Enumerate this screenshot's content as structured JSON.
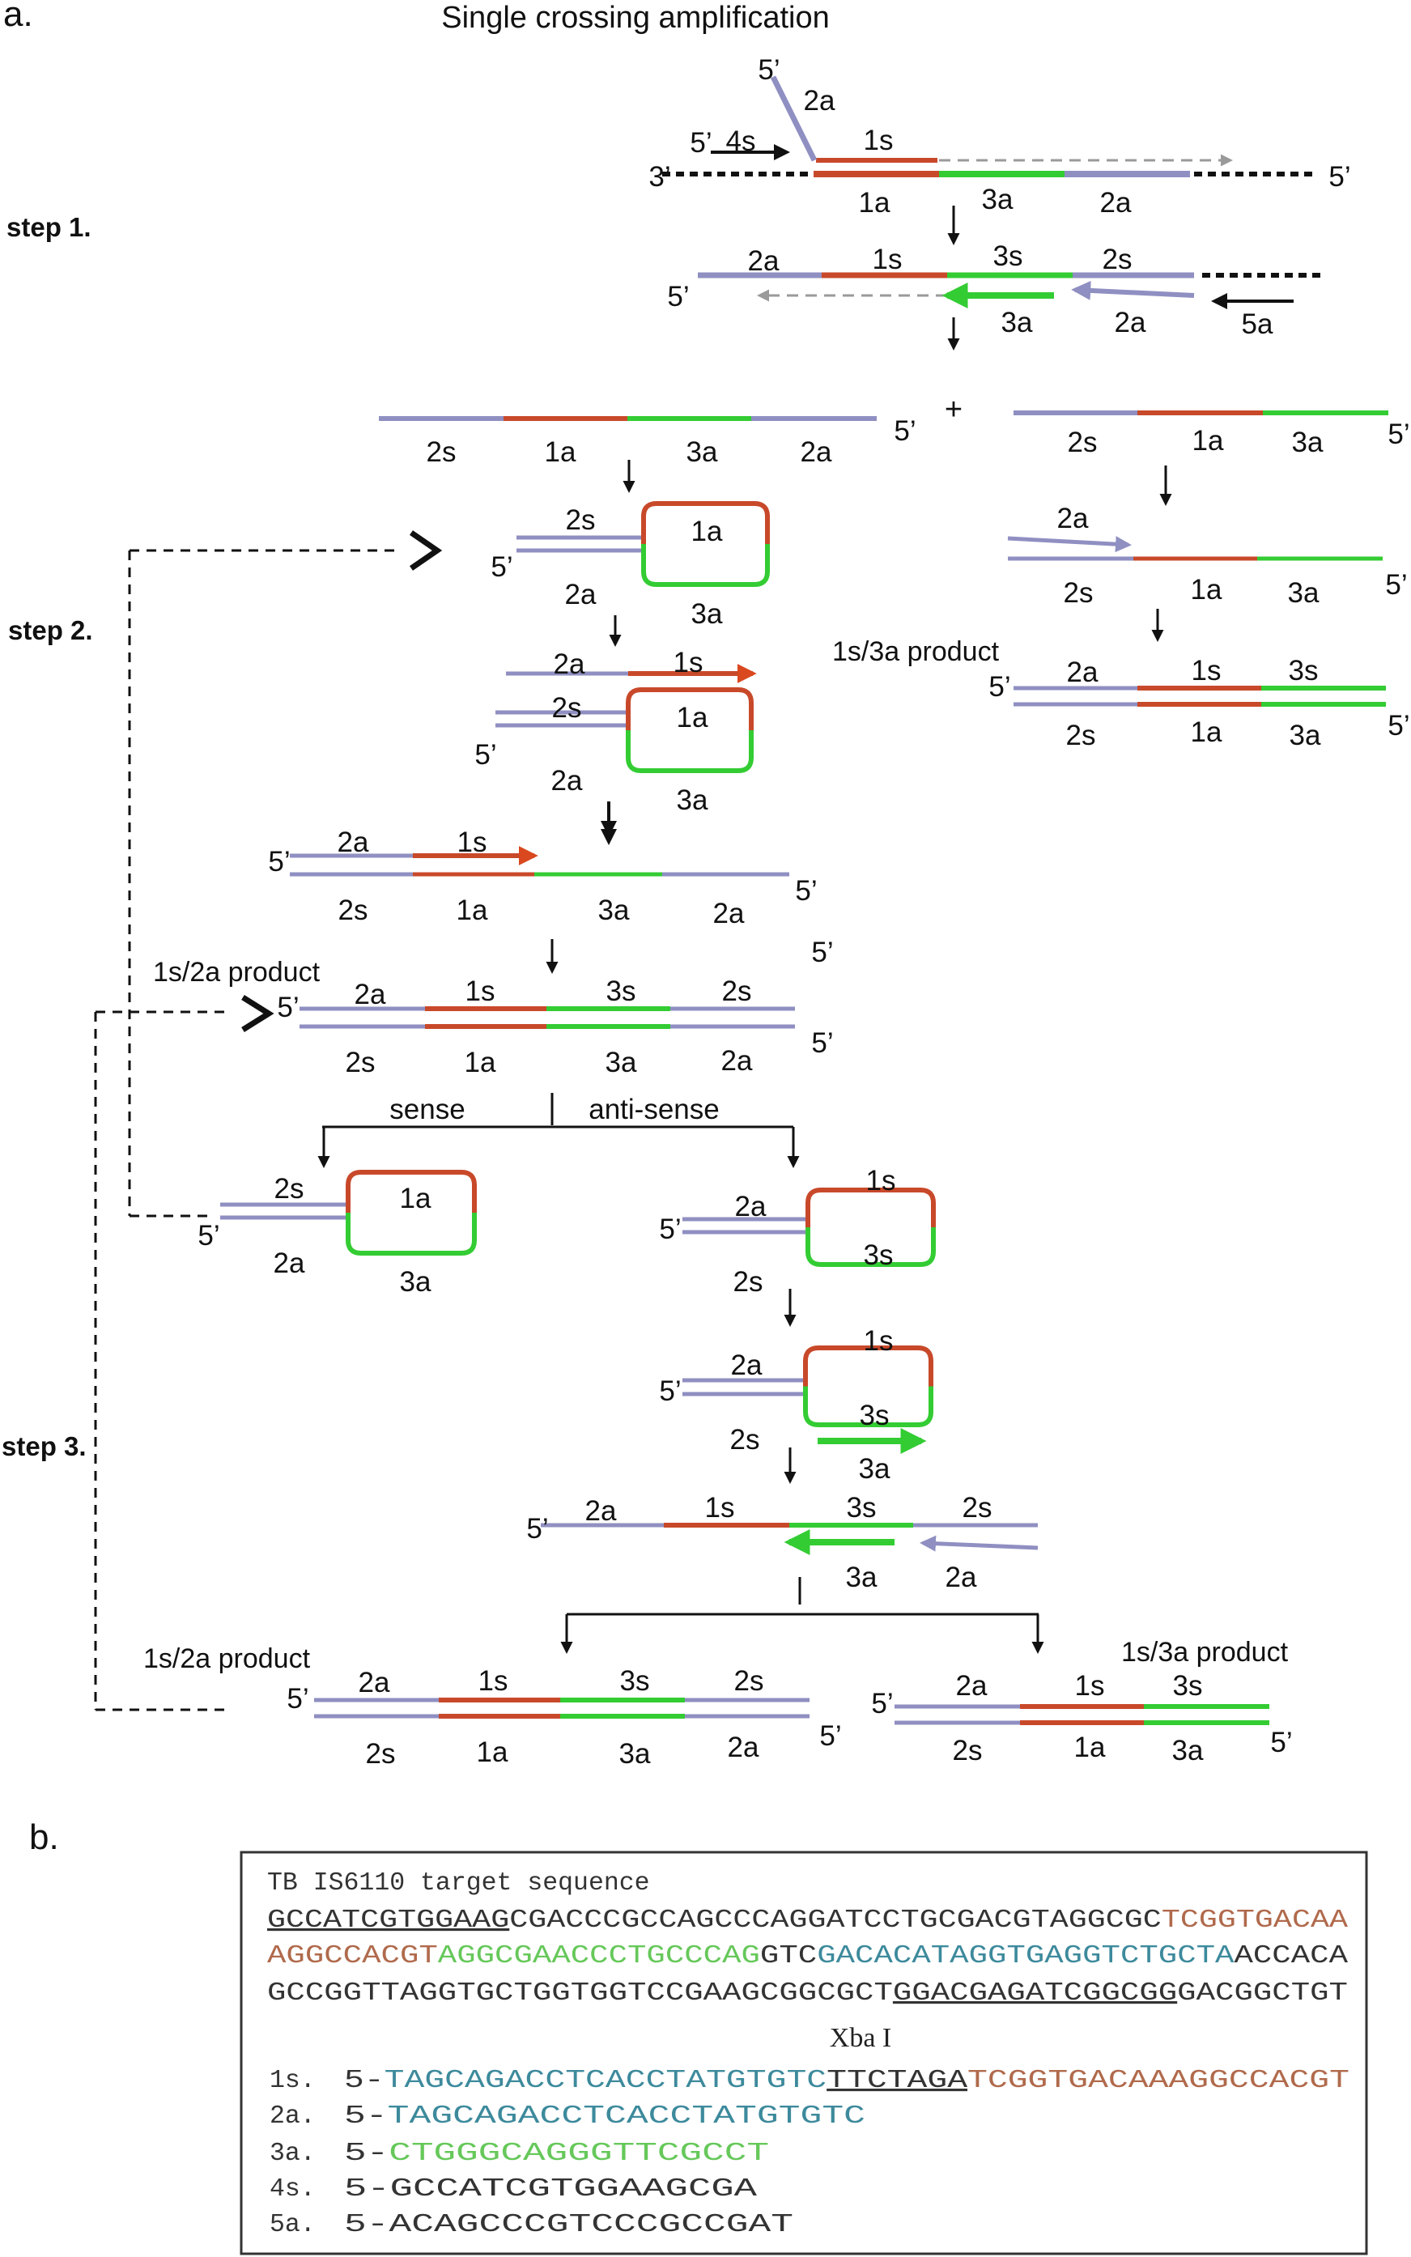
{
  "panel_a": {
    "label": "a.",
    "title": "Single crossing amplification",
    "steps": [
      "step 1.",
      "step 2.",
      "step 3."
    ],
    "five_prime": "5’",
    "three_prime": "3’",
    "plus": "+",
    "segments": {
      "s1": "1s",
      "a1": "1a",
      "s2": "2s",
      "a2": "2a",
      "s3": "3s",
      "a3": "3a",
      "s4": "4s",
      "a5": "5a"
    },
    "products": {
      "p13": "1s/3a product",
      "p12": "1s/2a product"
    },
    "sense": "sense",
    "antisense": "anti-sense",
    "colors": {
      "red": "#c8492a",
      "green": "#33cc33",
      "purple": "#8f8fc2",
      "black": "#111111",
      "grey": "#9a9a9a"
    }
  },
  "panel_b": {
    "label": "b.",
    "box_title": "TB IS6110 target sequence",
    "target_lines": [
      [
        {
          "t": "GCCATCGTGGAAG",
          "c": "black",
          "u": true
        },
        {
          "t": "CGACCCGCCAGCCCAGGATCCTGCGACGTAGGCGC",
          "c": "black"
        },
        {
          "t": "TCGGTGACAA",
          "c": "brown"
        }
      ],
      [
        {
          "t": "AGGCCACGT",
          "c": "brown"
        },
        {
          "t": "AGGCGAACCCTGCCCAG",
          "c": "green"
        },
        {
          "t": "GTC",
          "c": "black"
        },
        {
          "t": "GACACATAGGTGAGGTCTGCTA",
          "c": "teal"
        },
        {
          "t": "ACCACA",
          "c": "black"
        }
      ],
      [
        {
          "t": "GCCGGTTAGGTGCTGGTGGTCCGAAGCGGCGCT",
          "c": "black"
        },
        {
          "t": "GGACGAGATCGGCGG",
          "c": "black",
          "u": true
        },
        {
          "t": "GACGGCTGT",
          "c": "black"
        }
      ]
    ],
    "xba_label": "Xba I",
    "primers": [
      {
        "name": "1s.",
        "parts": [
          {
            "t": "5-",
            "c": "black"
          },
          {
            "t": "TAGCAGACCTCACCTATGTGTC",
            "c": "teal"
          },
          {
            "t": "TTCTAGA",
            "c": "black",
            "u": true
          },
          {
            "t": "TCGGTGACAAAGGCCACGT",
            "c": "brown"
          }
        ]
      },
      {
        "name": "2a.",
        "parts": [
          {
            "t": "5-",
            "c": "black"
          },
          {
            "t": "TAGCAGACCTCACCTATGTGTC",
            "c": "teal"
          }
        ]
      },
      {
        "name": "3a.",
        "parts": [
          {
            "t": "5-",
            "c": "black"
          },
          {
            "t": "CTGGGCAGGGTTCGCCT",
            "c": "green"
          }
        ]
      },
      {
        "name": "4s.",
        "parts": [
          {
            "t": "5-GCCATCGTGGAAGCGA",
            "c": "black"
          }
        ]
      },
      {
        "name": "5a.",
        "parts": [
          {
            "t": "5-ACAGCCCGTCCCGCCGAT",
            "c": "black"
          }
        ]
      }
    ],
    "seq_colors": {
      "black": "#333333",
      "brown": "#b06a4c",
      "green": "#66c85a",
      "teal": "#3d8a9c"
    }
  }
}
